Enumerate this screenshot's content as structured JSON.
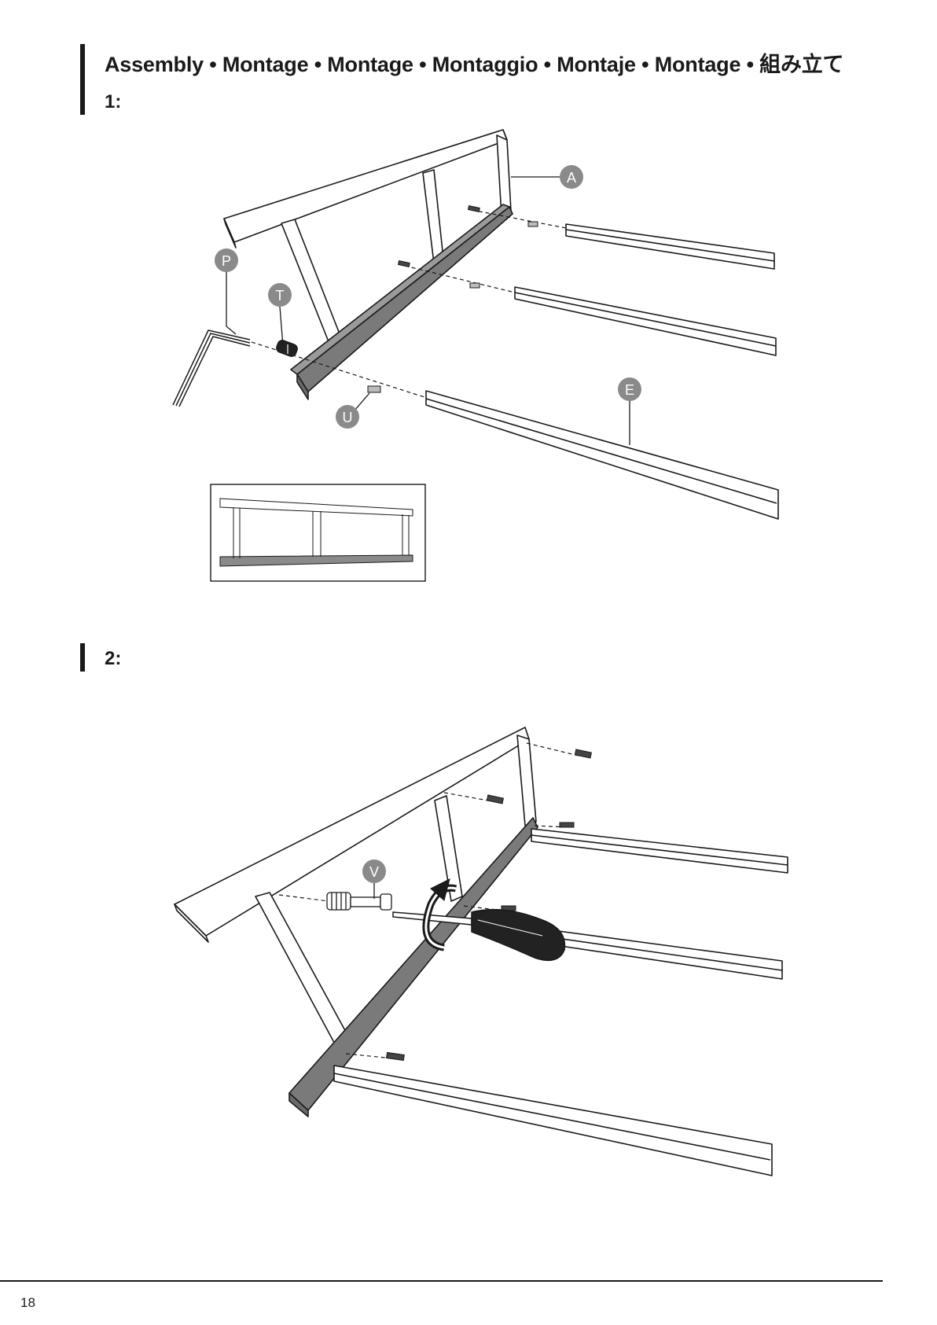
{
  "header": {
    "title": "Assembly • Montage • Montage • Montaggio • Montaje • Montage • 組み立て"
  },
  "steps": [
    {
      "label": "1:"
    },
    {
      "label": "2:"
    }
  ],
  "callouts": {
    "A": "A",
    "P": "P",
    "T": "T",
    "U": "U",
    "E": "E",
    "V": "V"
  },
  "footer": {
    "page_number": "18"
  }
}
